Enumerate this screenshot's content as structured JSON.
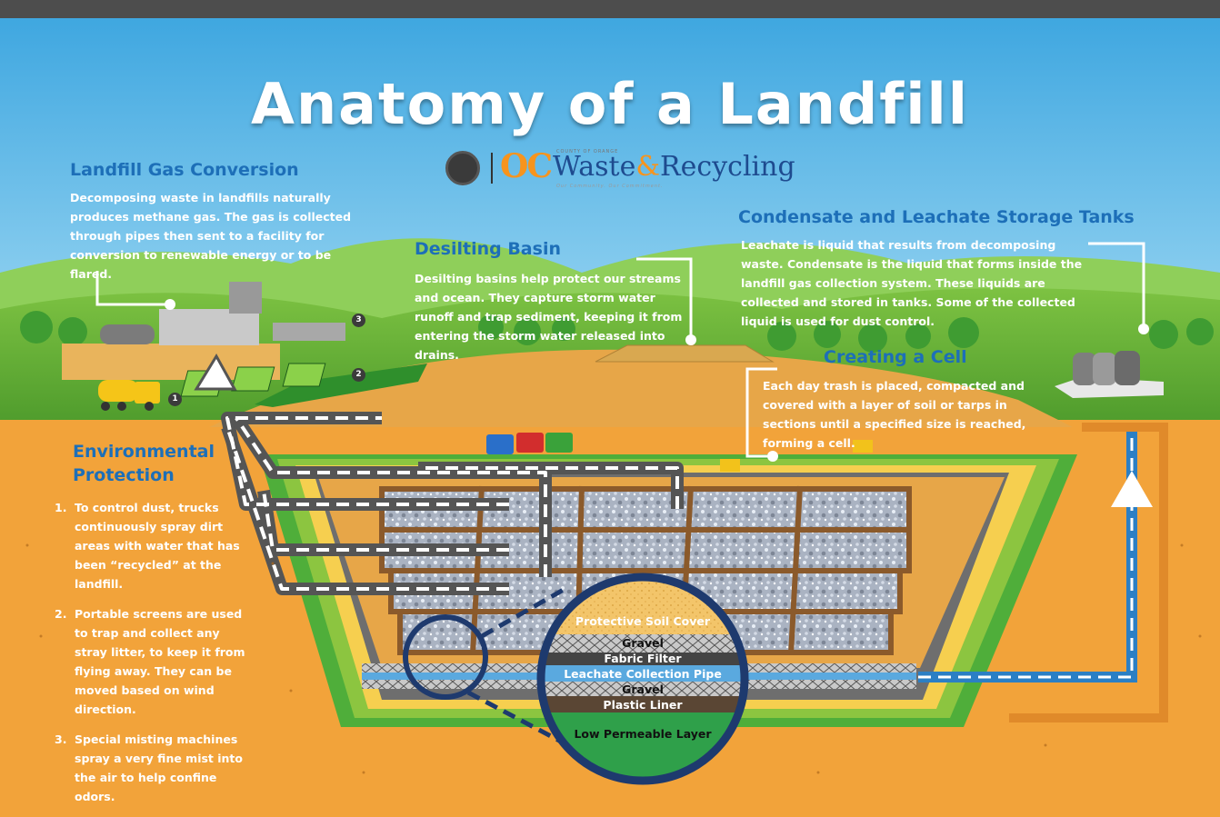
{
  "title": "Anatomy of a Landfill",
  "logo": {
    "county_label": "COUNTY OF ORANGE",
    "oc": "OC",
    "name_part1": "Waste",
    "amp": "&",
    "name_part2": "Recycling",
    "tagline": "Our Community. Our Commitment."
  },
  "sections": {
    "gas": {
      "heading": "Landfill Gas Conversion",
      "body": "Decomposing waste in landfills naturally produces methane gas. The gas is collected through pipes then sent to a facility for conversion to renewable energy or to be flared."
    },
    "desilting": {
      "heading": "Desilting Basin",
      "body": "Desilting basins help protect our streams and ocean. They capture storm water runoff and trap sediment, keeping it from entering the storm water released into drains."
    },
    "tanks": {
      "heading": "Condensate and Leachate Storage Tanks",
      "body": "Leachate is liquid that results from decomposing waste. Condensate is the liquid that forms inside the landfill gas collection system. These liquids are collected and stored in tanks. Some of the collected liquid is used for dust control."
    },
    "cell": {
      "heading": "Creating a Cell",
      "body": "Each day trash is placed, compacted and covered with a layer of soil or tarps in sections until a specified size is reached, forming a cell."
    },
    "env": {
      "heading_line1": "Environmental",
      "heading_line2": "Protection",
      "items": [
        {
          "num": "1.",
          "text": "To control dust, trucks continuously spray dirt areas with water that has been “recycled” at the landfill."
        },
        {
          "num": "2.",
          "text": "Portable screens are used to trap and collect any stray litter, to keep it from flying away. They can be moved based on wind direction."
        },
        {
          "num": "3.",
          "text": "Special misting machines spray a very fine mist into the air to help confine odors."
        }
      ]
    }
  },
  "layers": {
    "soil": "Protective Soil Cover",
    "gravel1": "Gravel",
    "fabric": "Fabric Filter",
    "pipe": "Leachate Collection Pipe",
    "gravel2": "Gravel",
    "liner": "Plastic Liner",
    "low": "Low Permeable Layer"
  },
  "badges": [
    "1",
    "2",
    "3"
  ],
  "colors": {
    "sky": "#56b8e8",
    "heading_blue": "#1d6fb8",
    "grass": "#6cbd3d",
    "ground": "#f2a33a",
    "lens_border": "#1e3a6e",
    "pipe": "#2b7fc4"
  }
}
